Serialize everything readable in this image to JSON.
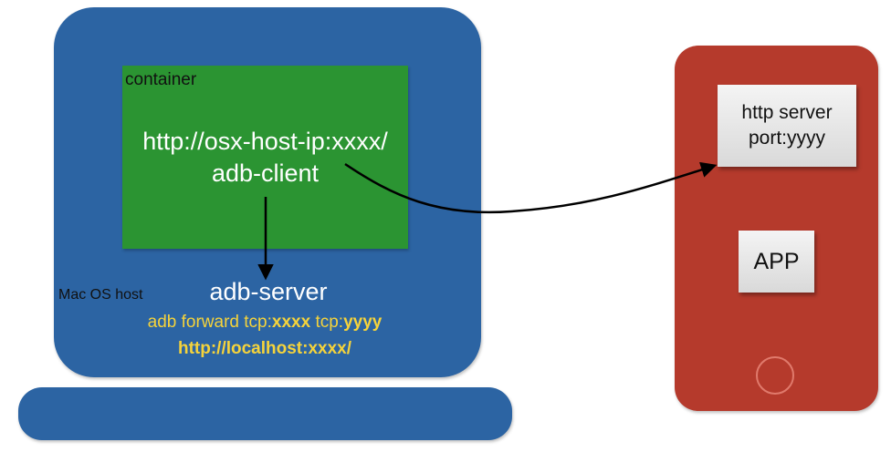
{
  "host": {
    "label": "Mac OS host",
    "adb_server": "adb-server",
    "forward_prefix": "adb forward tcp:",
    "forward_port_a": "xxxx",
    "forward_mid": " tcp:",
    "forward_port_b": "yyyy",
    "localhost_url": "http://localhost:xxxx/"
  },
  "container": {
    "label": "container",
    "client_url": "http://osx-host-ip:xxxx/",
    "client_name": "adb-client"
  },
  "device": {
    "server_line1": "http server",
    "server_line2": "port:yyyy",
    "app_label": "APP"
  },
  "colors": {
    "host": "#2c64a3",
    "container": "#2b9432",
    "device": "#b53a2c",
    "highlight_text": "#f5d33b"
  }
}
